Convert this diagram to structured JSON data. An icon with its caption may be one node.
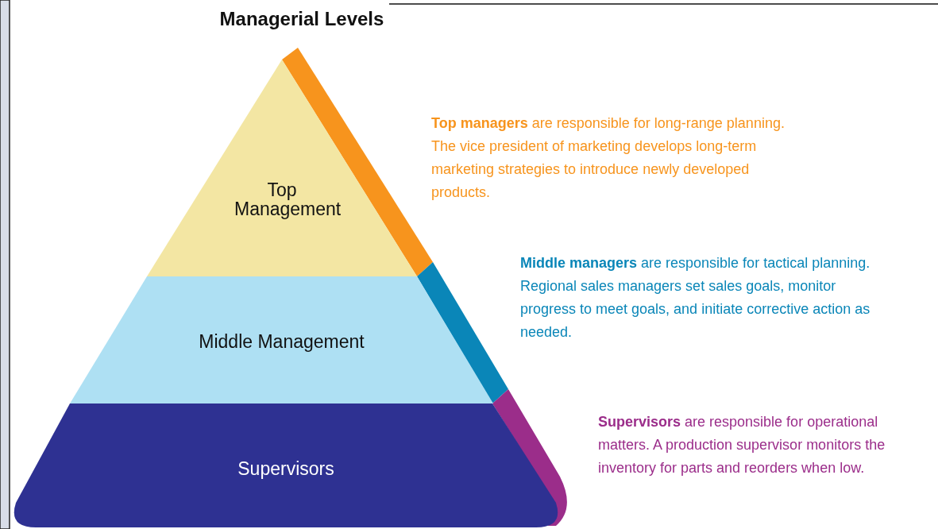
{
  "diagram": {
    "title": "Managerial Levels",
    "nodes": [
      {
        "text": [
          "Top Management"
        ]
      },
      {
        "text": [
          "Middle Management"
        ]
      },
      {
        "text": [
          "Supervisors"
        ]
      }
    ],
    "edges": [],
    "labels": [
      "**Top managers** are responsible for long-range planning. The vice president of marketing develops long-term marketing strategies to introduce newly developed products.",
      "**Middle managers** are responsible for tactical planning. Regional sales managers set sales goals, monitor progress to meet goals, and initiate corrective action as needed.",
      "**Supervisors** are responsible for operational matters. A production supervisor monitors the inventory for parts and reorders when low."
    ]
  }
}
